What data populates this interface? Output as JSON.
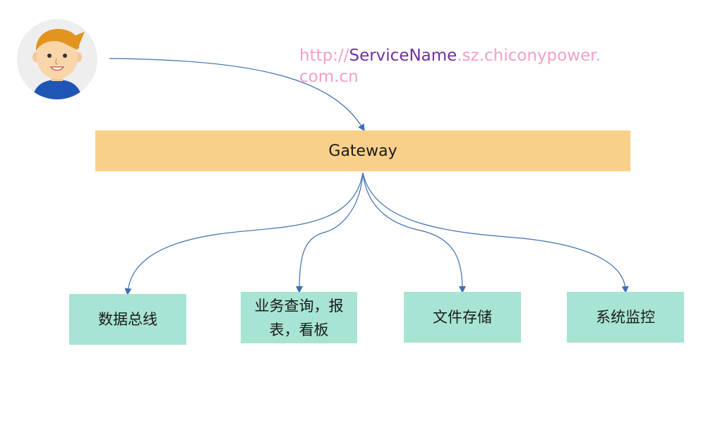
{
  "url": {
    "prefix": "http://",
    "service_name": "ServiceName",
    "suffix": ".sz.chiconypower.com.cn",
    "colors": {
      "base": "#f2a0c8",
      "service_name": "#7030a0"
    }
  },
  "gateway": {
    "label": "Gateway",
    "color": "#f9d08a"
  },
  "services": [
    {
      "label": "数据总线",
      "color": "#a8e4d3"
    },
    {
      "label": "业务查询，报表，看板",
      "color": "#a8e4d3"
    },
    {
      "label": "文件存储",
      "color": "#a8e4d3"
    },
    {
      "label": "系统监控",
      "color": "#a8e4d3"
    }
  ],
  "connector_color": "#3d6fb0",
  "icons": {
    "user": "user-avatar-icon"
  }
}
